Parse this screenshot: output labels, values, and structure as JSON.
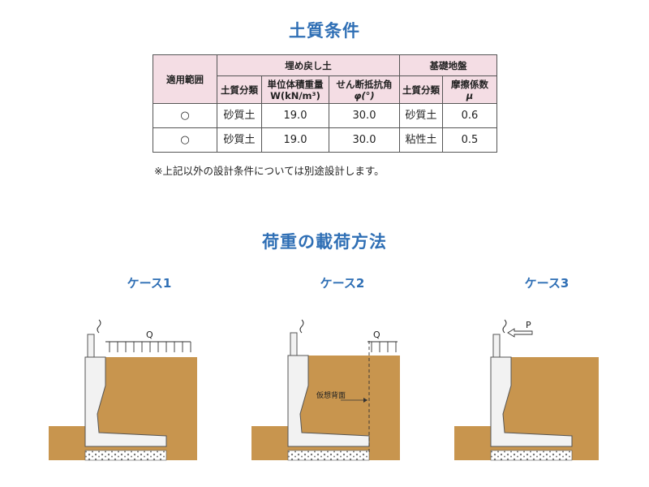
{
  "section1": {
    "title": "土質条件"
  },
  "table": {
    "header_scope": "適用範囲",
    "header_backfill": "埋め戻し土",
    "header_foundation": "基礎地盤",
    "col_soil_type": "土質分類",
    "col_unit_weight_line1": "単位体積重量",
    "col_unit_weight_line2": "W(kN/m³)",
    "col_friction_line1": "せん断抵抗角",
    "col_friction_line2": "φ(°)",
    "col_foundation_type": "土質分類",
    "col_coefficient_line1": "摩擦係数",
    "col_coefficient_line2": "μ",
    "rows": [
      {
        "scope": "○",
        "soil": "砂質土",
        "weight": "19.0",
        "angle": "30.0",
        "foundation": "砂質土",
        "mu": "0.6"
      },
      {
        "scope": "○",
        "soil": "砂質土",
        "weight": "19.0",
        "angle": "30.0",
        "foundation": "粘性土",
        "mu": "0.5"
      }
    ],
    "header_bg": "#f4dde4"
  },
  "note": "※上記以外の設計条件については別途設計します。",
  "section2": {
    "title": "荷重の載荷方法"
  },
  "cases": [
    {
      "label": "ケース1",
      "load_label": "Q"
    },
    {
      "label": "ケース2",
      "load_label": "Q",
      "annotation": "仮想背面"
    },
    {
      "label": "ケース3",
      "load_label": "P"
    }
  ],
  "colors": {
    "accent": "#2f6fb5",
    "soil": "#c8954e",
    "concrete": "#f2f2f2"
  }
}
